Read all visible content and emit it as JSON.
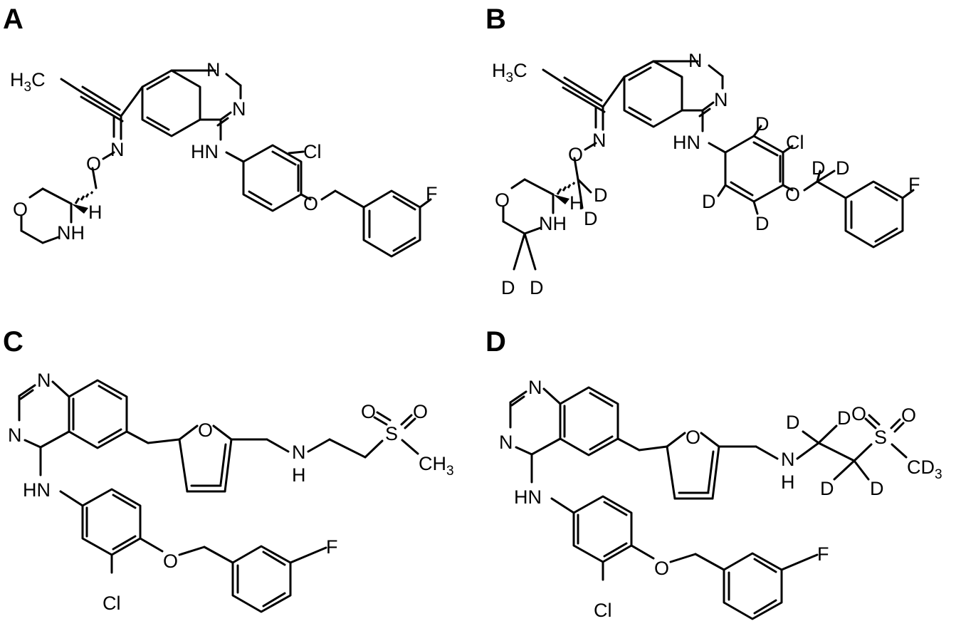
{
  "panels": [
    {
      "label": "A"
    },
    {
      "label": "B"
    },
    {
      "label": "C"
    },
    {
      "label": "D"
    }
  ],
  "atoms": {
    "N": "N",
    "O": "O",
    "Cl": "Cl",
    "F": "F",
    "NH": "NH",
    "HN": "HN",
    "H": "H",
    "D": "D",
    "S": "S",
    "C": "C",
    "CD": "CD",
    "sub3": "3"
  }
}
